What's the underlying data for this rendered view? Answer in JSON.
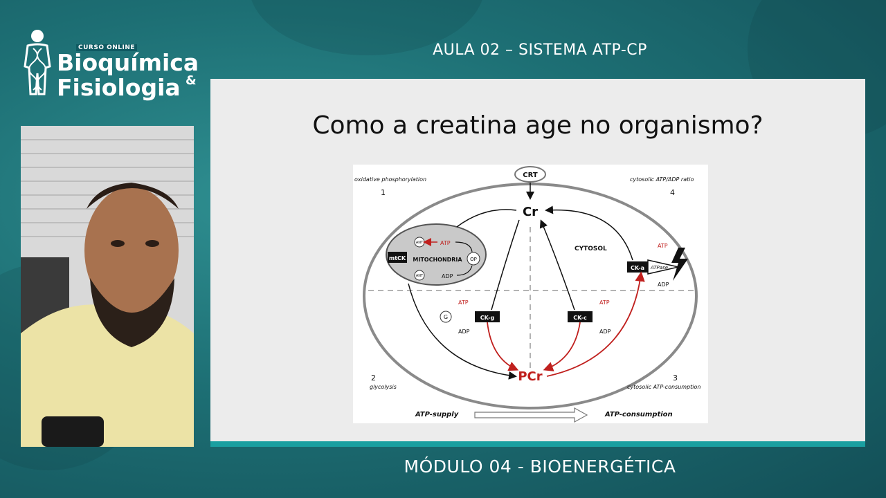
{
  "logo": {
    "course_label": "CURSO ONLINE",
    "line1": "Bioquímica",
    "line2": "Fisiologia",
    "ampersand": "&"
  },
  "header": {
    "lesson_title": "AULA 02 – SISTEMA ATP-CP"
  },
  "footer": {
    "module_title": "MÓDULO 04 - BIOENERGÉTICA"
  },
  "slide": {
    "title": "Como a creatina age no organismo?",
    "diagram": {
      "quadrants": {
        "q1_label": "oxidative phosphorylation",
        "q1_num": "1",
        "q2_label": "glycolysis",
        "q2_num": "2",
        "q3_label": "cytosolic ATP-consumption",
        "q3_num": "3",
        "q4_label": "cytosolic ATP/ADP ratio",
        "q4_num": "4"
      },
      "crt": "CRT",
      "cr": "Cr",
      "pcr": "PCr",
      "cytosol": "CYTOSOL",
      "mitochondria": "MITOCHONDRIA",
      "mtck": "mtCK",
      "ant": "ANT",
      "op": "OP",
      "g": "G",
      "atp": "ATP",
      "adp": "ADP",
      "ckg": "CK-g",
      "ckc": "CK-c",
      "cka": "CK-a",
      "atpase": "ATPase",
      "atp_supply": "ATP-supply",
      "atp_consumption": "ATP-consumption"
    }
  },
  "colors": {
    "accent": "#1a9fa0",
    "red": "#c0201e",
    "background": "#1d6f74"
  }
}
